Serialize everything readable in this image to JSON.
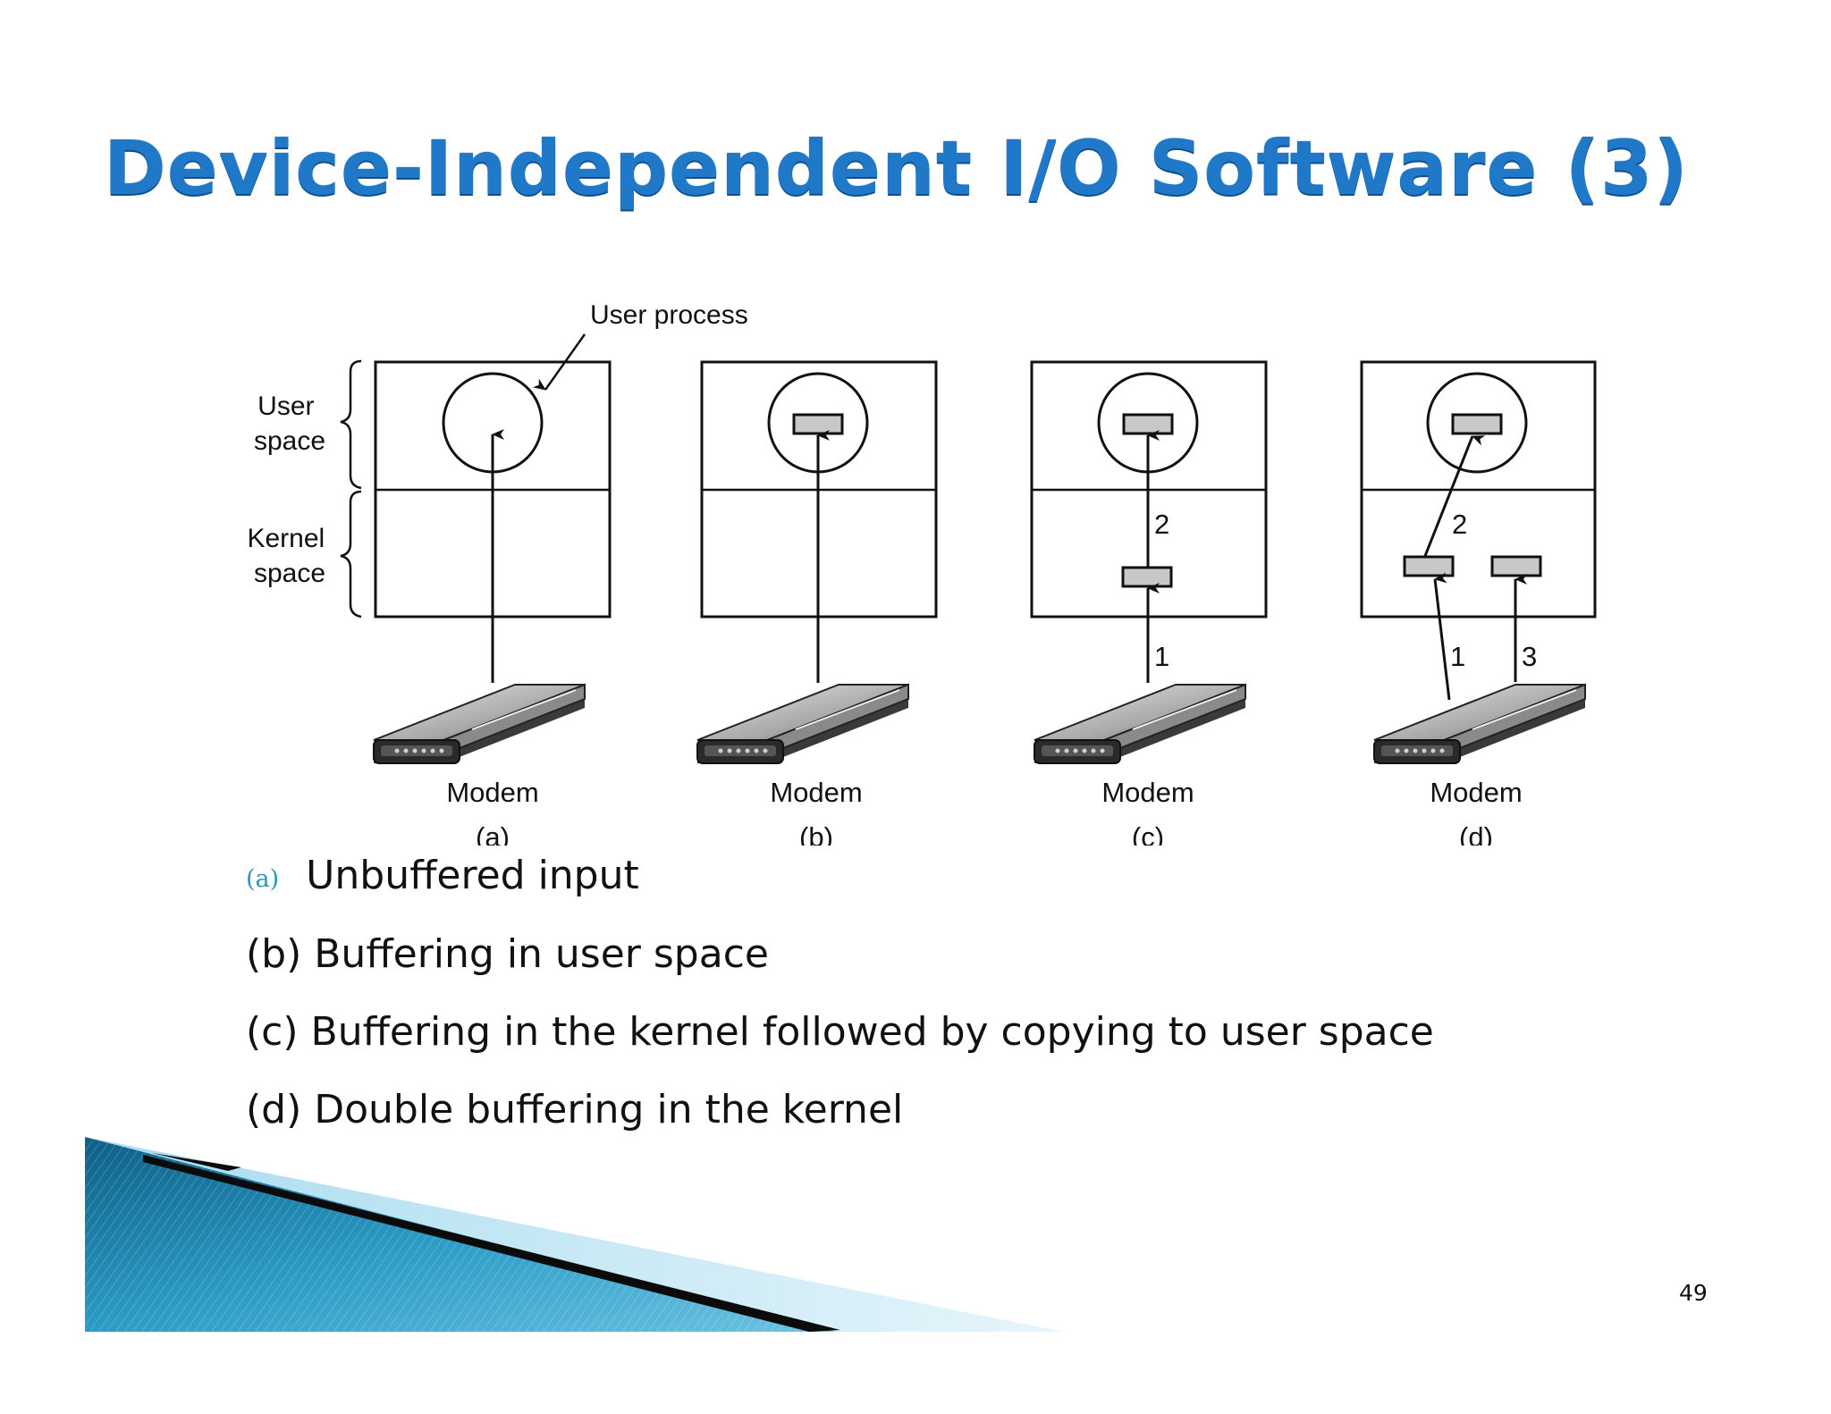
{
  "slide": {
    "title": "Device-Independent I/O Software (3)",
    "page_number": "49"
  },
  "figure": {
    "callout": "User process",
    "space_labels": {
      "user": [
        "User",
        "space"
      ],
      "kernel": [
        "Kernel",
        "space"
      ]
    },
    "panels": [
      {
        "device_label": "Modem",
        "panel_label": "(a)",
        "arrow_labels": []
      },
      {
        "device_label": "Modem",
        "panel_label": "(b)",
        "arrow_labels": []
      },
      {
        "device_label": "Modem",
        "panel_label": "(c)",
        "arrow_labels": [
          "2",
          "1"
        ]
      },
      {
        "device_label": "Modem",
        "panel_label": "(d)",
        "arrow_labels": [
          "2",
          "1",
          "3"
        ]
      }
    ]
  },
  "captions": {
    "a_marker": "(a)",
    "a_text": "Unbuffered input",
    "b": "(b) Buffering in user space",
    "c": "(c) Buffering in the kernel followed by copying to user space",
    "d": "(d) Double buffering in the kernel"
  },
  "colors": {
    "title": "#1f78c8",
    "caption_marker": "#2a96b8",
    "buffer_fill": "#c8c8c8",
    "decor_teal": "#1d86ae"
  }
}
